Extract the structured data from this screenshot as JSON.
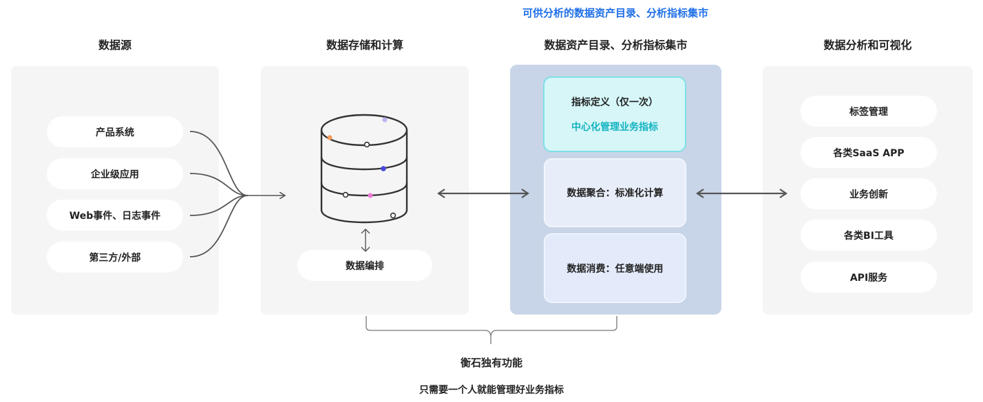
{
  "top_caption": "可供分析的数据资产目录、分析指标集市",
  "columns": {
    "sources": {
      "title": "数据源",
      "items": [
        "产品系统",
        "企业级应用",
        "Web事件、日志事件",
        "第三方/外部"
      ]
    },
    "storage": {
      "title": "数据存储和计算",
      "orchestration": "数据编排"
    },
    "catalog": {
      "title": "数据资产目录、分析指标集市",
      "cards": {
        "definition": {
          "label": "指标定义（仅一次）",
          "sub": "中心化管理业务指标"
        },
        "aggregation": {
          "label": "数据聚合：标准化计算"
        },
        "consumption": {
          "label": "数据消费：任意端使用"
        }
      }
    },
    "analysis": {
      "title": "数据分析和可视化",
      "items": [
        "标签管理",
        "各类SaaS APP",
        "业务创新",
        "各类BI工具",
        "API服务"
      ]
    }
  },
  "bottom": {
    "title": "衡石独有功能",
    "subtitle": "只需要一个人就能管理好业务指标"
  },
  "colors": {
    "accent_blue": "#1f6fe8",
    "cyan": "#13b3c0",
    "panel_gray": "#f5f5f5",
    "panel_blue": "#c8d5e8",
    "db_dot_orange": "#f39a5b",
    "db_dot_lavender": "#b9b6f2",
    "db_dot_blue": "#4b49d8",
    "db_dot_pink": "#ef7ad6"
  }
}
